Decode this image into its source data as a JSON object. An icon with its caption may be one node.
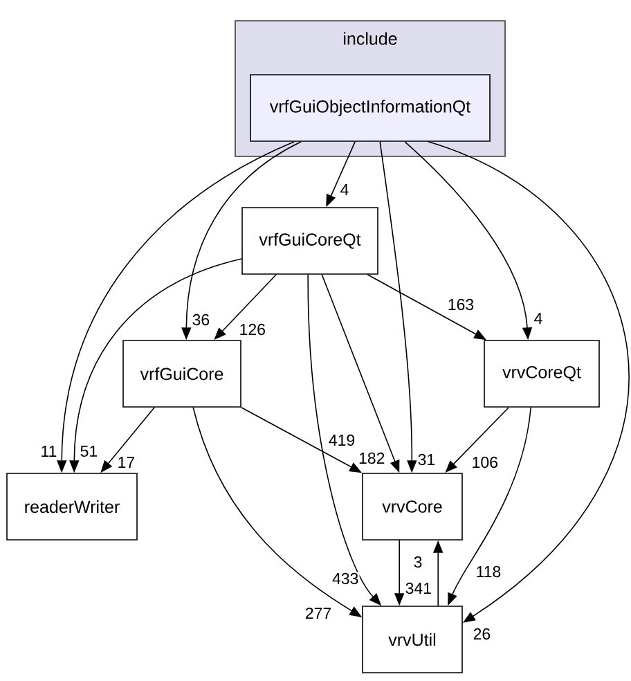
{
  "diagram": {
    "nodes": [
      {
        "text": [
          "include"
        ]
      },
      {
        "text": [
          "vrfGuiObjectInformationQt"
        ],
        "in": 0
      },
      {
        "text": [
          "vrfGuiCoreQt"
        ]
      },
      {
        "text": [
          "vrfGuiCore"
        ]
      },
      {
        "text": [
          "vrvCoreQt"
        ]
      },
      {
        "text": [
          "readerWriter"
        ]
      },
      {
        "text": [
          "vrvCore"
        ]
      },
      {
        "text": [
          "vrvUtil"
        ]
      }
    ],
    "edges": [
      {
        "from": 1,
        "to": 2,
        "arrow": "to",
        "label": "4"
      },
      {
        "from": 1,
        "to": 3,
        "arrow": "to",
        "label": "36"
      },
      {
        "from": 1,
        "to": 5,
        "arrow": "to",
        "label": "11"
      },
      {
        "from": 1,
        "to": 6,
        "arrow": "to",
        "label": "31"
      },
      {
        "from": 1,
        "to": 4,
        "arrow": "to",
        "label": "4"
      },
      {
        "from": 1,
        "to": 7,
        "arrow": "to",
        "label": "26"
      },
      {
        "from": 2,
        "to": 5,
        "arrow": "to",
        "label": "51"
      },
      {
        "from": 2,
        "to": 3,
        "arrow": "to",
        "label": "126"
      },
      {
        "from": 2,
        "to": 4,
        "arrow": "to",
        "label": "163"
      },
      {
        "from": 2,
        "to": 6,
        "arrow": "to",
        "label": "182"
      },
      {
        "from": 2,
        "to": 7,
        "arrow": "to",
        "label": "433"
      },
      {
        "from": 3,
        "to": 5,
        "arrow": "to",
        "label": "17"
      },
      {
        "from": 3,
        "to": 6,
        "arrow": "to",
        "label": "419"
      },
      {
        "from": 3,
        "to": 7,
        "arrow": "to",
        "label": "277"
      },
      {
        "from": 4,
        "to": 6,
        "arrow": "to",
        "label": "106"
      },
      {
        "from": 4,
        "to": 7,
        "arrow": "to",
        "label": "118"
      },
      {
        "from": 6,
        "to": 7,
        "arrow": "to",
        "label": "341"
      },
      {
        "from": 7,
        "to": 6,
        "arrow": "to",
        "label": "3"
      }
    ]
  }
}
